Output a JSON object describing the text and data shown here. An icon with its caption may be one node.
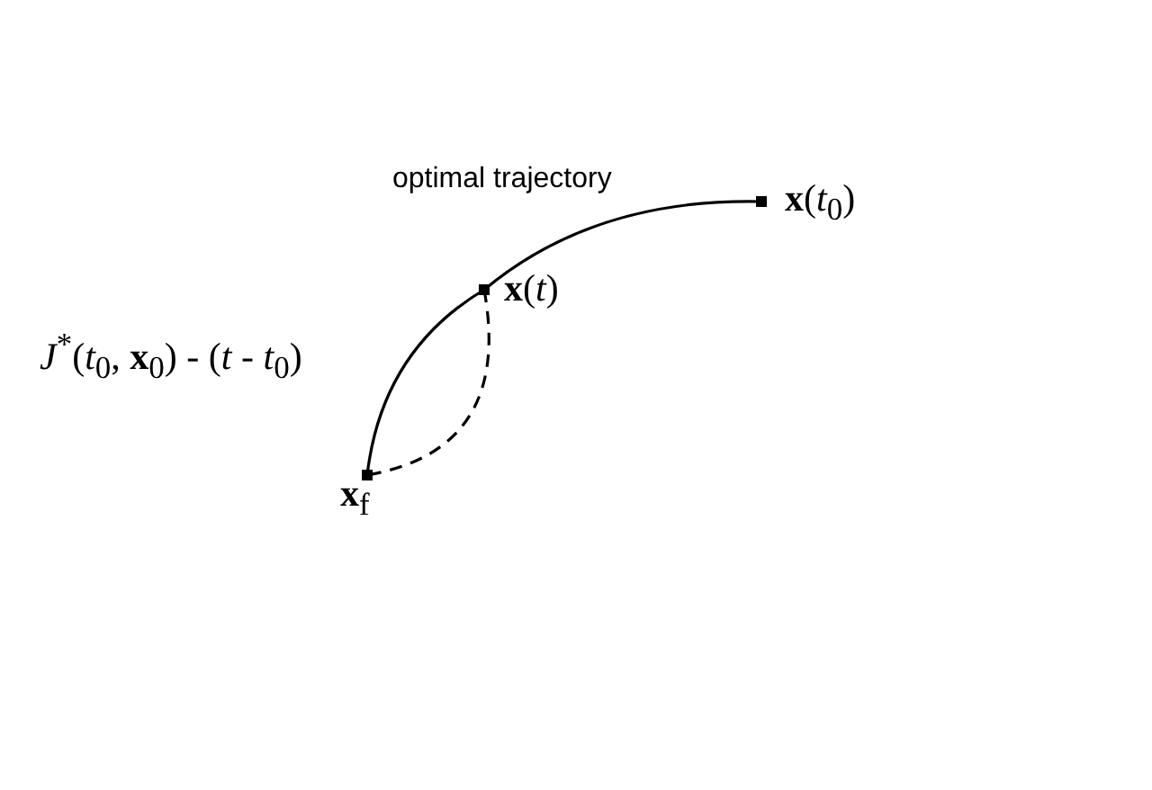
{
  "diagram": {
    "nodes": [
      {
        "text": [],
        "shape": "box",
        "beside": [
          "**x**(*t*$_{0}$)"
        ]
      },
      {
        "text": [],
        "shape": "box",
        "beside": [
          "**x**(*t*)"
        ]
      },
      {
        "text": [],
        "shape": "box",
        "beside": [
          "**x**$_{f}$"
        ]
      }
    ],
    "edges": [
      {
        "from": 0,
        "to": 1,
        "arrow": "none"
      },
      {
        "from": 1,
        "to": 2,
        "arrow": "none"
      },
      {
        "from": 1,
        "to": 2,
        "arrow": "none",
        "style": "dashed"
      }
    ],
    "labels": [
      "optimal trajectory",
      "*J*$^{*}$(*t*$_{0}$, **x**$_{0}$) - (*t* - *t*$_{0}$)"
    ]
  }
}
